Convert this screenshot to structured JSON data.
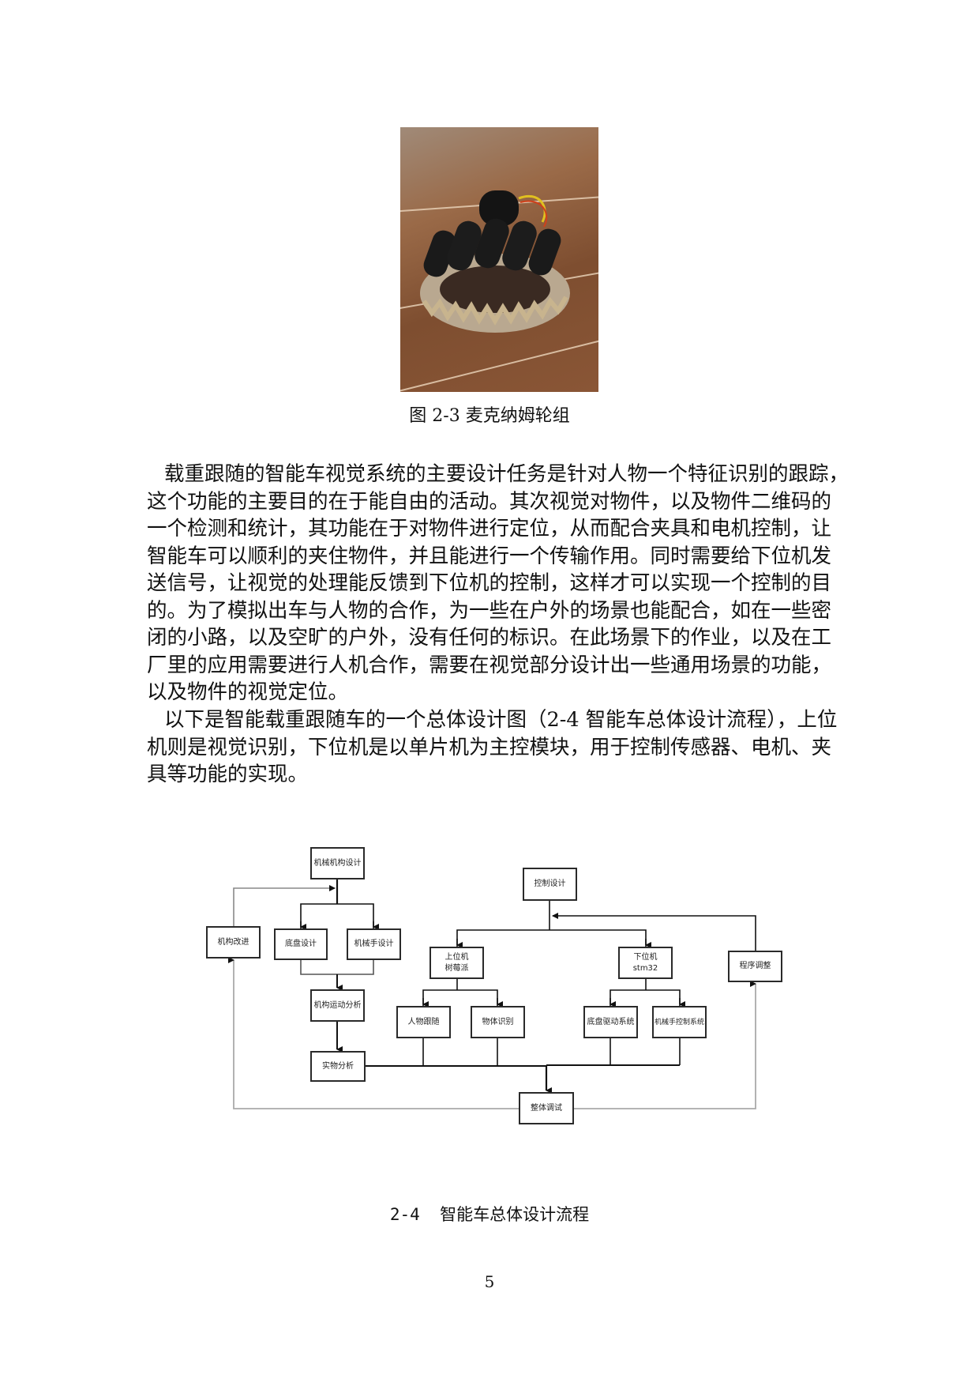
{
  "figure_2_3": {
    "image_alt": "Mecanum wheel assembly photo on wooden surface",
    "caption": "图 2-3 麦克纳姆轮组"
  },
  "body": {
    "paragraph1_lines": [
      "载重跟随的智能车视觉系统的主要设计任务是针对人物一个特征识别的跟踪，",
      "这个功能的主要目的在于能自由的活动。其次视觉对物件，以及物件二维码的",
      "一个检测和统计，其功能在于对物件进行定位，从而配合夹具和电机控制，让",
      "智能车可以顺利的夹住物件，并且能进行一个传输作用。同时需要给下位机发",
      "送信号，让视觉的处理能反馈到下位机的控制，这样才可以实现一个控制的目",
      "的。为了模拟出车与人物的合作，为一些在户外的场景也能配合，如在一些密",
      "闭的小路，以及空旷的户外，没有任何的标识。在此场景下的作业，以及在工",
      "厂里的应用需要进行人机合作，需要在视觉部分设计出一些通用场景的功能，",
      "以及物件的视觉定位。"
    ],
    "paragraph2_lines": [
      "以下是智能载重跟随车的一个总体设计图（2-4 智能车总体设计流程），上位",
      "机则是视觉识别，下位机是以单片机为主控模块，用于控制传感器、电机、夹",
      "具等功能的实现。"
    ]
  },
  "diagram": {
    "nodes": {
      "mech_design": "机械机构设计",
      "mech_improve": "机构改进",
      "chassis_design": "底盘设计",
      "arm_design": "机械手设计",
      "motion_analysis": "机构运动分析",
      "physical_analysis": "实物分析",
      "control_design": "控制设计",
      "upper_line1": "上位机",
      "upper_line2": "树莓派",
      "lower_line1": "下位机",
      "lower_line2": "stm32",
      "person_follow": "人物跟随",
      "object_recog": "物体识别",
      "chassis_drive": "底盘驱动系统",
      "arm_control": "机械手控制系统",
      "program_adjust": "程序调整",
      "overall_debug": "整体调试"
    },
    "caption": "2-4  智能车总体设计流程"
  },
  "footer": {
    "page_number": "5"
  }
}
